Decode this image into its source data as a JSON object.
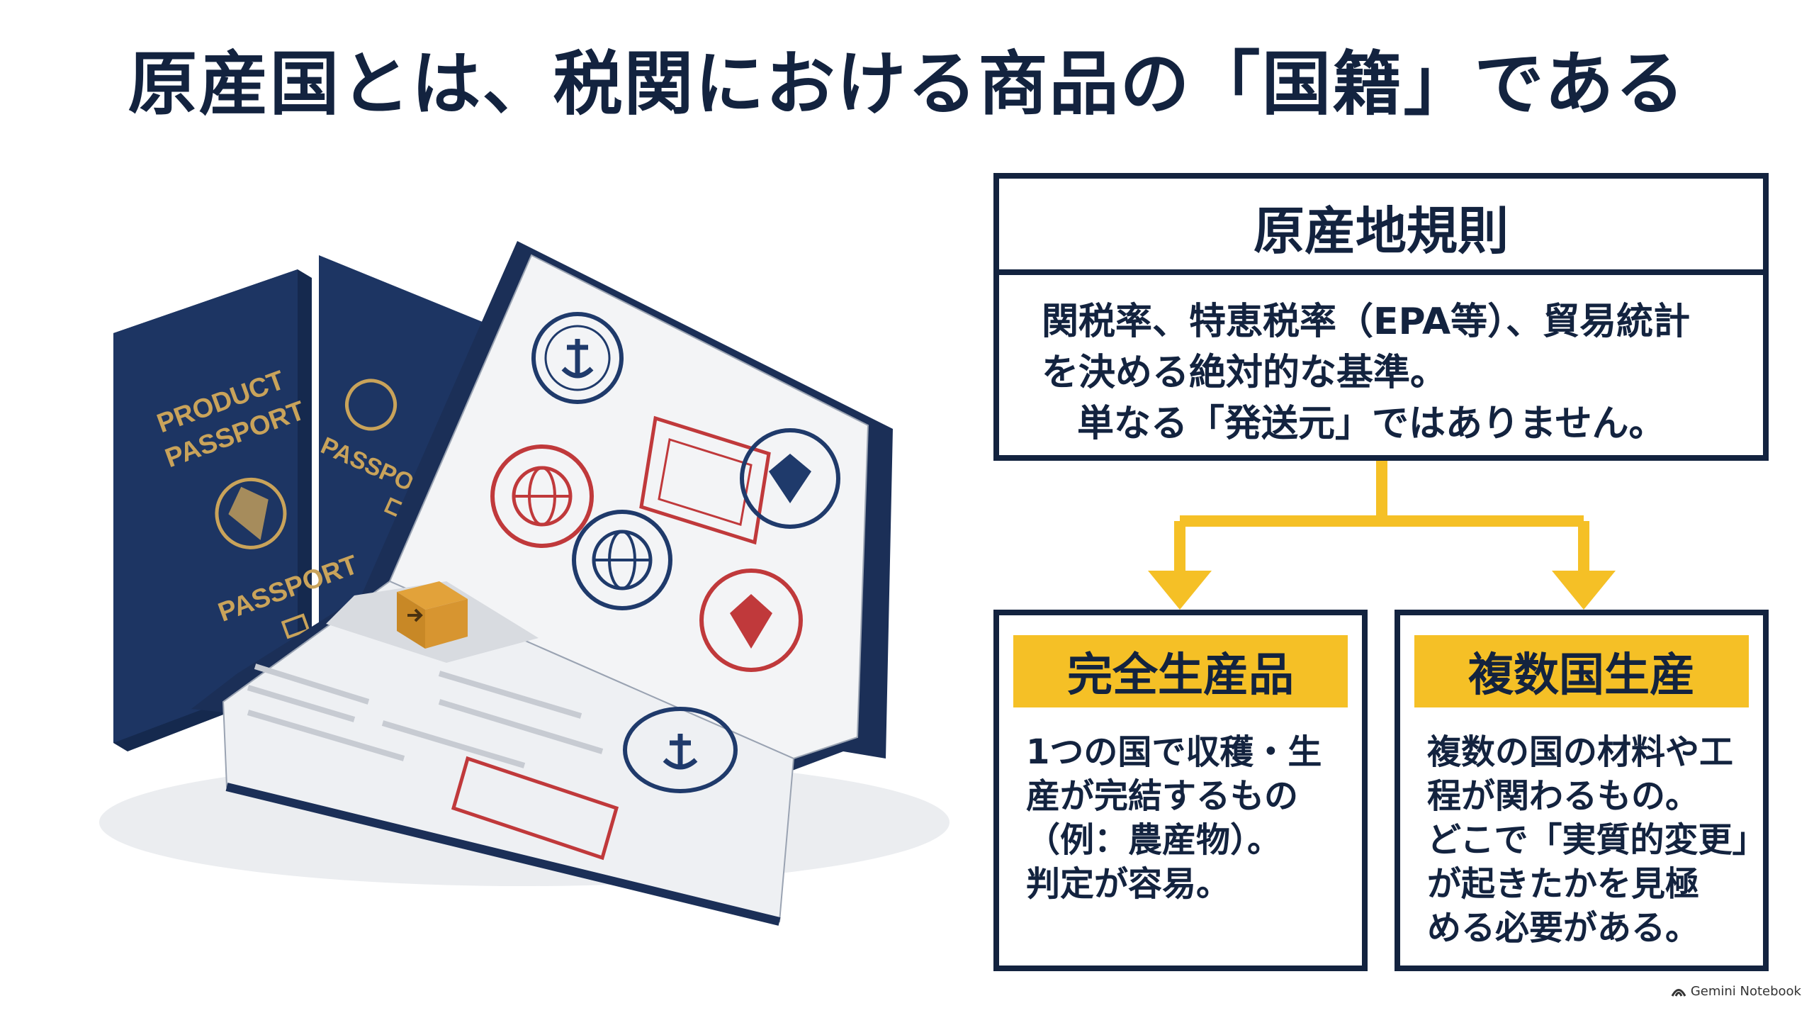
{
  "title": "原産国とは、税関における商品の「国籍」である",
  "illustration": {
    "passport_front_lines": [
      "PRODUCT",
      "PASSPORT"
    ],
    "passport_front_bottom": "PASSPORT",
    "passport_back_label": "PASSPORT"
  },
  "rules": {
    "heading": "原産地規則",
    "lines": [
      "関税率、特恵税率（EPA等）、貿易統計",
      "を決める絶対的な基準。",
      "単なる「発送元」ではありません。"
    ]
  },
  "categories": [
    {
      "label": "完全生産品",
      "lines": [
        "1つの国で収穫・生",
        "産が完結するもの",
        "（例：農産物）。",
        "判定が容易。"
      ]
    },
    {
      "label": "複数国生産",
      "lines": [
        "複数の国の材料や工",
        "程が関わるもの。",
        "どこで「実質的変更」",
        "が起きたかを見極",
        "める必要がある。"
      ]
    }
  ],
  "watermark": "Gemini Notebook",
  "colors": {
    "navy": "#13233f",
    "accent_yellow": "#f5c026",
    "stamp_red": "#c0393b",
    "stamp_blue": "#1f3a6b",
    "passport_blue": "#1d3563"
  }
}
